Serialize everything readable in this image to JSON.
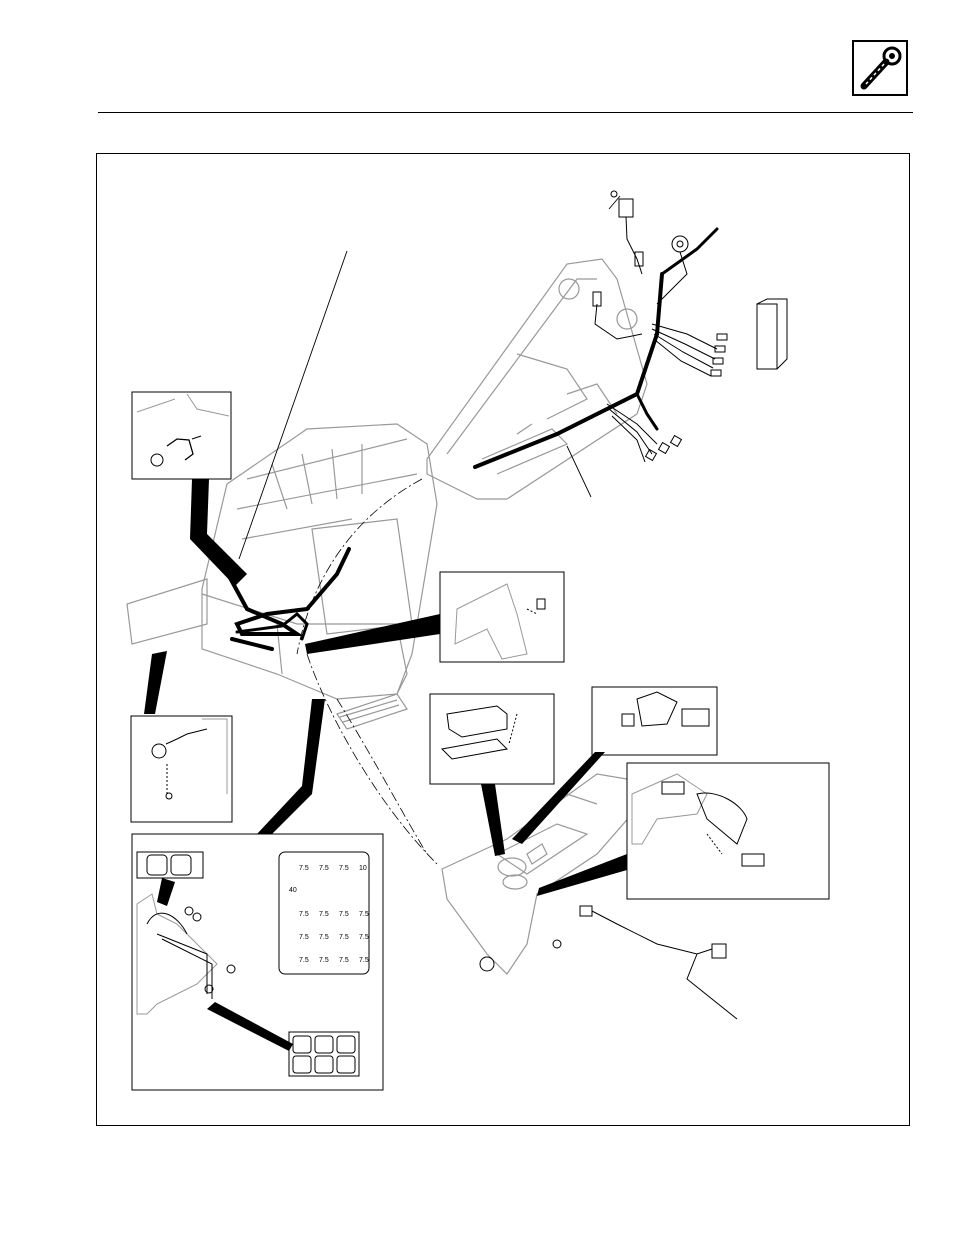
{
  "header": {
    "icon": "wrench-icon"
  },
  "figure": {
    "fuse_labels": {
      "top_row": [
        "7.5",
        "7.5",
        "7.5",
        "10"
      ],
      "middle_left": "40",
      "row_three": [
        "7.5",
        "7.5",
        "7.5",
        "7.5"
      ],
      "row_four": [
        "7.5",
        "7.5",
        "7.5",
        "7.5"
      ],
      "row_five": [
        "7.5",
        "7.5",
        "7.5",
        "7.5"
      ]
    }
  }
}
